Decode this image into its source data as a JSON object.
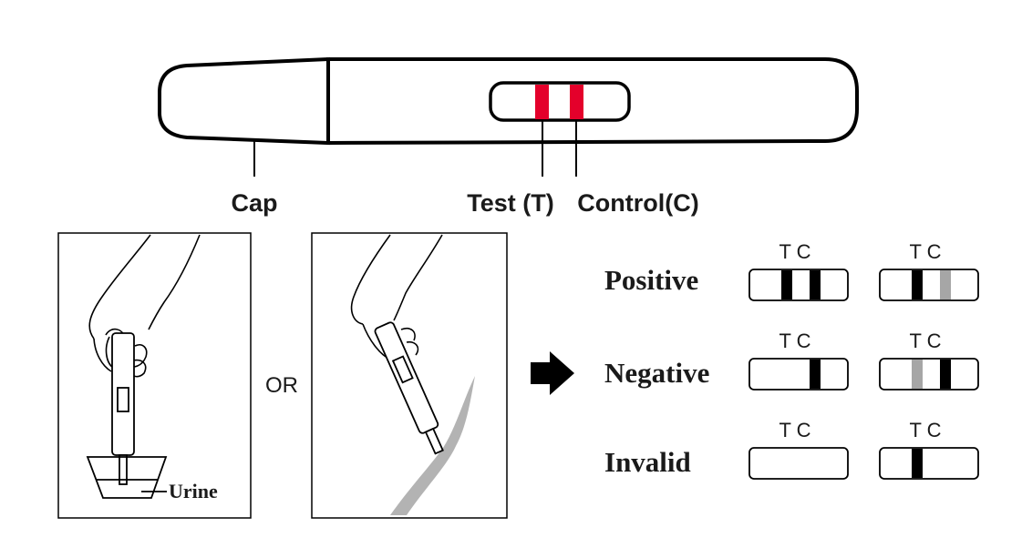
{
  "device": {
    "cap_label": "Cap",
    "test_label": "Test (T)",
    "control_label": "Control(C)",
    "line_color": "#e4002b"
  },
  "collection": {
    "urine_label": "Urine",
    "or_label": "OR",
    "stream_color": "#b3b3b3"
  },
  "results": {
    "tick_label": "T C",
    "strong_line_color": "#000000",
    "faint_line_color": "#a6a6a6",
    "rows": [
      {
        "label": "Positive"
      },
      {
        "label": "Negative"
      },
      {
        "label": "Invalid"
      }
    ]
  }
}
